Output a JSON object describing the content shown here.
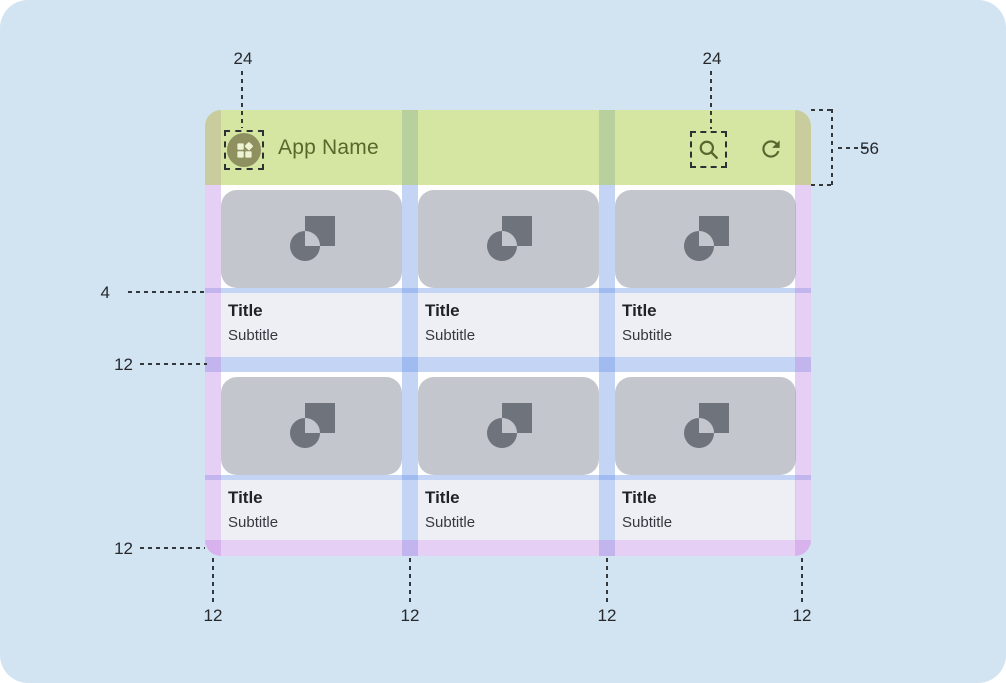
{
  "app": {
    "bar": {
      "title": "App Name",
      "leading_icon": "widgets-icon",
      "action_icons": [
        "search-icon",
        "refresh-icon"
      ]
    },
    "cards": [
      {
        "title": "Title",
        "subtitle": "Subtitle"
      },
      {
        "title": "Title",
        "subtitle": "Subtitle"
      },
      {
        "title": "Title",
        "subtitle": "Subtitle"
      },
      {
        "title": "Title",
        "subtitle": "Subtitle"
      },
      {
        "title": "Title",
        "subtitle": "Subtitle"
      },
      {
        "title": "Title",
        "subtitle": "Subtitle"
      }
    ]
  },
  "annotations": {
    "icon_size_left": "24",
    "icon_size_right": "24",
    "appbar_height": "56",
    "left": [
      "4",
      "12",
      "12"
    ],
    "bottom": [
      "12",
      "12",
      "12",
      "12"
    ]
  },
  "colors": {
    "canvas_bg": "#d2e3f2",
    "appbar_overlay": "#d5e6a2",
    "margin_overlay": "#e6cff4",
    "gutter_overlay": "#c3d4f5",
    "card_bg": "#c3c7cd",
    "text_block_bg": "#edeff5",
    "accent_text": "#57682b"
  }
}
